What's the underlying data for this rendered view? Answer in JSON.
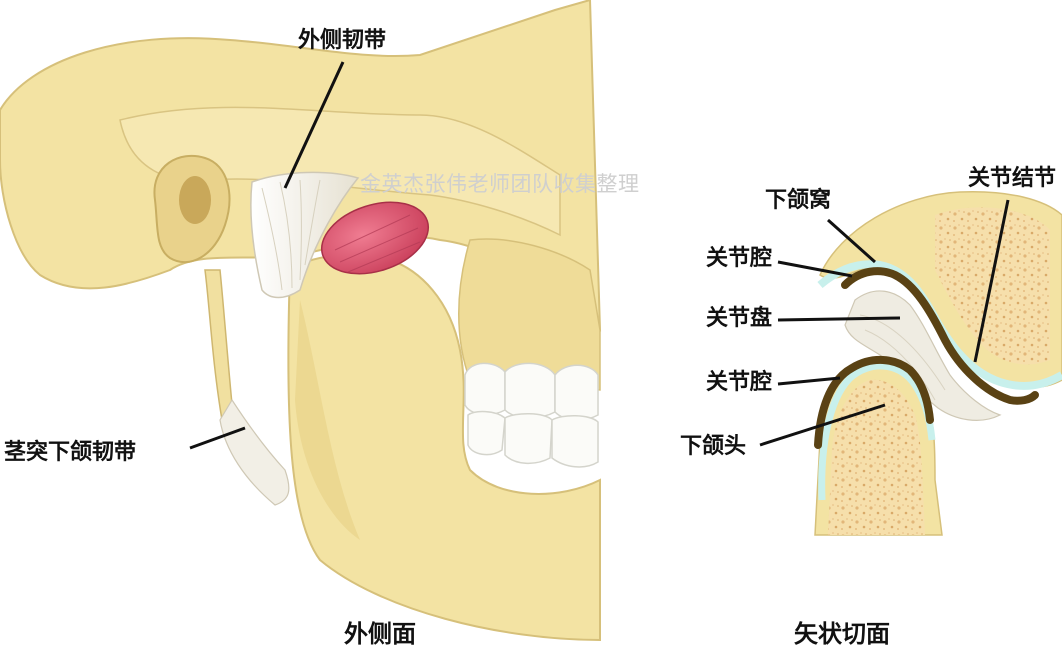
{
  "watermark": "金英杰张伟老师团队收集整理",
  "lateral": {
    "caption": "外侧面",
    "label_lateral_ligament": "外侧韧带",
    "label_stylomandibular_ligament": "茎突下颌韧带"
  },
  "sagittal": {
    "caption": "矢状切面",
    "label_articular_eminence": "关节结节",
    "label_mandibular_fossa": "下颌窝",
    "label_upper_joint_cavity": "关节腔",
    "label_articular_disc": "关节盘",
    "label_lower_joint_cavity": "关节腔",
    "label_condyle": "下颌头"
  },
  "colors": {
    "bone": "#f3e3a3",
    "bone_shadow": "#d9c279",
    "ligament": "#f2efe6",
    "muscle": "#d8506a",
    "cartilage": "#c8f0ec",
    "cavity_line": "#5a4214",
    "marrow": "#ecc98c"
  }
}
